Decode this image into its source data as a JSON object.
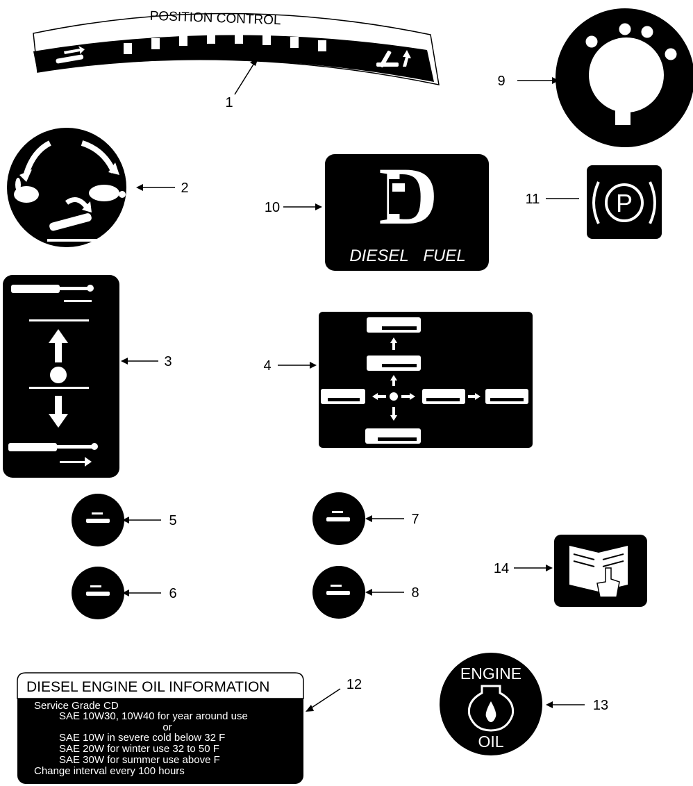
{
  "callouts": [
    "1",
    "2",
    "3",
    "4",
    "5",
    "6",
    "7",
    "8",
    "9",
    "10",
    "11",
    "12",
    "13",
    "14"
  ],
  "position_control": {
    "title": "POSITION CONTROL"
  },
  "diesel_decal": {
    "letter": "D",
    "label_left": "DIESEL",
    "label_right": "FUEL"
  },
  "parking_decal": {
    "letter": "P"
  },
  "oil_info": {
    "title": "DIESEL ENGINE OIL INFORMATION",
    "lines": [
      "Service Grade CD",
      "SAE 10W30, 10W40 for year around use",
      "or",
      "SAE 10W in severe cold below 32 F",
      "SAE 20W for winter use 32 to 50 F",
      "SAE 30W for summer use above F",
      "Change interval every 100 hours"
    ]
  },
  "engine_oil": {
    "top": "ENGINE",
    "bottom": "OIL"
  },
  "colors": {
    "ink": "#000000",
    "paper": "#ffffff"
  }
}
